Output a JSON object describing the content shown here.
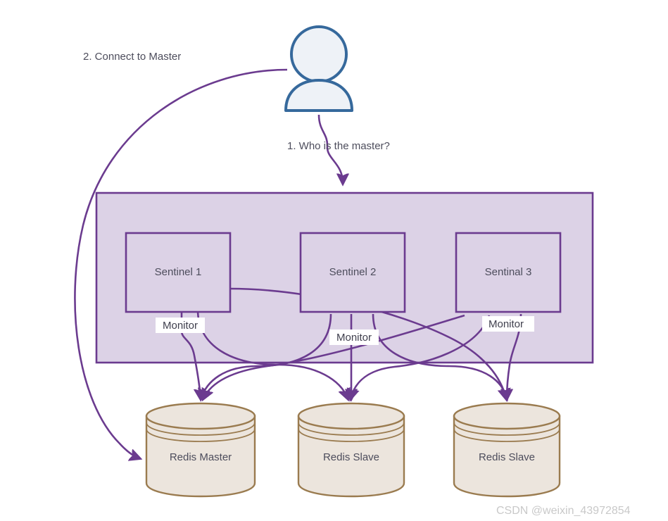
{
  "diagram": {
    "title_hidden": "",
    "colors": {
      "container_fill": "#dcd2e6",
      "container_stroke": "#6b3b8f",
      "sentinel_fill": "#dcd2e6",
      "sentinel_stroke": "#6b3b8f",
      "edge_stroke": "#6b3b8f",
      "actor_fill": "#eef2f7",
      "actor_stroke": "#36699c",
      "db_fill": "#ece5dd",
      "db_stroke": "#9a7b4f",
      "node_text": "#4d4d5c",
      "watermark": "#c9c9c9",
      "canvas": "#ffffff"
    },
    "actor": {
      "name": "client-actor",
      "icon": "person-icon"
    },
    "steps": [
      {
        "id": "step1",
        "label": "1. Who is the master?"
      },
      {
        "id": "step2",
        "label": "2. Connect to Master"
      }
    ],
    "container": {
      "name": "sentinel-cluster-container",
      "label": ""
    },
    "sentinels": [
      {
        "id": "sentinel-1",
        "label": "Sentinel 1"
      },
      {
        "id": "sentinel-2",
        "label": "Sentinel 2"
      },
      {
        "id": "sentinel-3",
        "label": "Sentinal 3"
      }
    ],
    "databases": [
      {
        "id": "redis-master",
        "label": "Redis Master",
        "role": "master"
      },
      {
        "id": "redis-slave-1",
        "label": "Redis Slave",
        "role": "slave"
      },
      {
        "id": "redis-slave-2",
        "label": "Redis Slave",
        "role": "slave"
      }
    ],
    "monitor_labels": [
      {
        "id": "monitor-1",
        "label": "Monitor"
      },
      {
        "id": "monitor-2",
        "label": "Monitor"
      },
      {
        "id": "monitor-3",
        "label": "Monitor"
      }
    ],
    "watermark": "CSDN @weixin_43972854"
  }
}
